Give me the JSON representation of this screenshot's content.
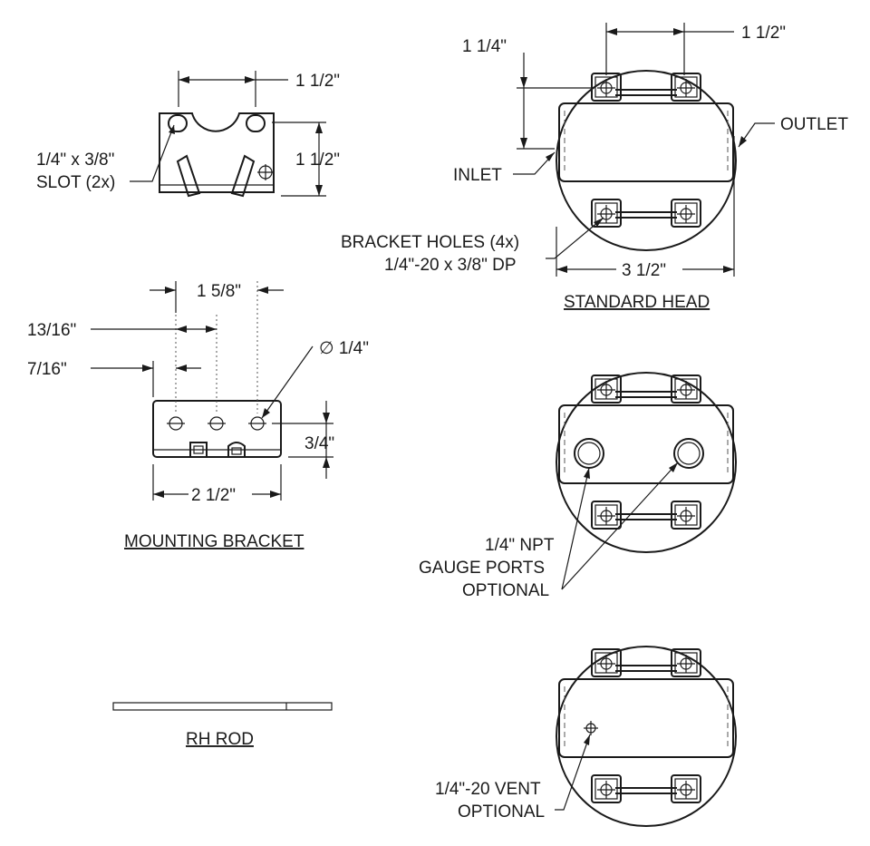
{
  "bracket_top": {
    "dim_width": "1 1/2\"",
    "dim_height": "1 1/2\"",
    "slot_label_line1": "1/4\" x 3/8\"",
    "slot_label_line2": "SLOT (2x)"
  },
  "mounting_bracket": {
    "dim_spacing": "1 5/8\"",
    "dim_13_16": "13/16\"",
    "dim_7_16": "7/16\"",
    "dim_hole": "∅ 1/4\"",
    "dim_height": "3/4\"",
    "dim_width": "2 1/2\"",
    "title": "MOUNTING BRACKET"
  },
  "rh_rod": {
    "title": "RH ROD"
  },
  "standard_head": {
    "dim_1_1_4": "1 1/4\"",
    "dim_1_1_2": "1 1/2\"",
    "outlet": "OUTLET",
    "inlet": "INLET",
    "bracket_holes_line1": "BRACKET HOLES (4x)",
    "bracket_holes_line2": "1/4\"-20 x 3/8\" DP",
    "dim_3_1_2": "3 1/2\"",
    "title": "STANDARD HEAD"
  },
  "gauge_head": {
    "label_line1": "1/4\" NPT",
    "label_line2": "GAUGE PORTS",
    "label_line3": "OPTIONAL"
  },
  "vent_head": {
    "label_line1": "1/4\"-20 VENT",
    "label_line2": "OPTIONAL"
  }
}
